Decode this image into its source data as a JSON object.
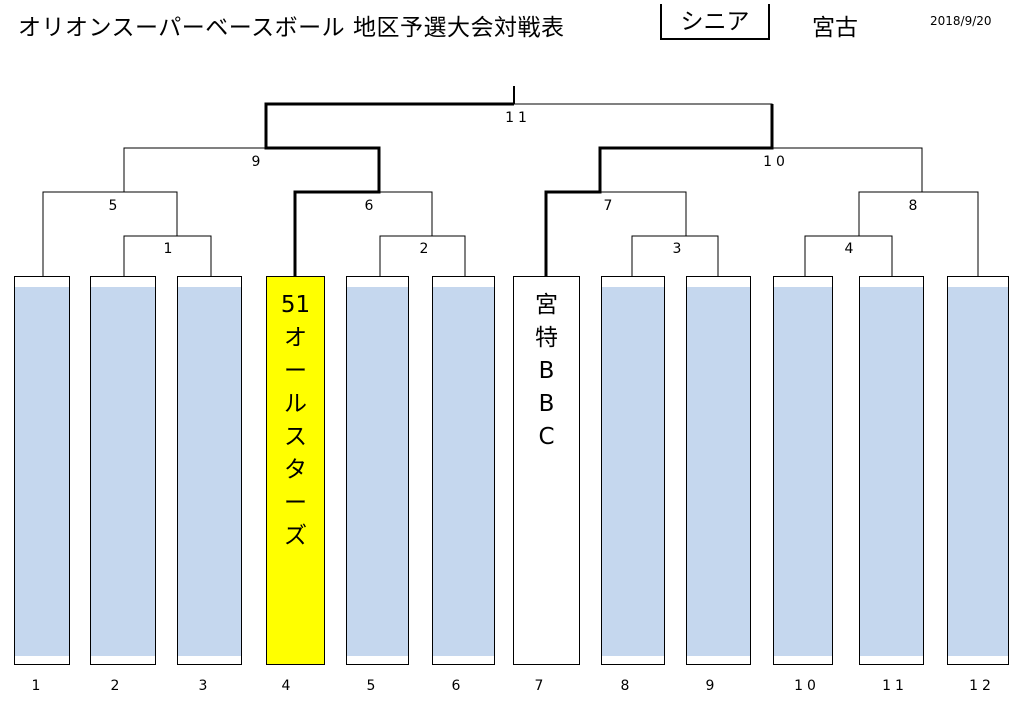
{
  "header": {
    "title": "オリオンスーパーベースボール 地区予選大会対戦表",
    "division": "シニア",
    "region": "宮古",
    "date": "2018/9/20"
  },
  "matches": [
    {
      "no": "11"
    },
    {
      "no": "9"
    },
    {
      "no": "10"
    },
    {
      "no": "5"
    },
    {
      "no": "6"
    },
    {
      "no": "7"
    },
    {
      "no": "8"
    },
    {
      "no": "1"
    },
    {
      "no": "2"
    },
    {
      "no": "3"
    },
    {
      "no": "4"
    }
  ],
  "teams": [
    {
      "slot": "1",
      "name": "",
      "state": "empty"
    },
    {
      "slot": "2",
      "name": "",
      "state": "empty"
    },
    {
      "slot": "3",
      "name": "",
      "state": "empty"
    },
    {
      "slot": "4",
      "name": "51\nオ\nー\nル\nス\nタ\nー\nズ",
      "state": "highlight"
    },
    {
      "slot": "5",
      "name": "",
      "state": "empty"
    },
    {
      "slot": "6",
      "name": "",
      "state": "empty"
    },
    {
      "slot": "7",
      "name": "宮\n特\nB\nB\nC",
      "state": "named"
    },
    {
      "slot": "8",
      "name": "",
      "state": "empty"
    },
    {
      "slot": "9",
      "name": "",
      "state": "empty"
    },
    {
      "slot": "10",
      "name": "",
      "state": "empty"
    },
    {
      "slot": "11",
      "name": "",
      "state": "empty"
    },
    {
      "slot": "12",
      "name": "",
      "state": "empty"
    }
  ],
  "colors": {
    "highlight": "#ffff00",
    "empty_fill": "#c5d7ee",
    "line": "#000000"
  }
}
